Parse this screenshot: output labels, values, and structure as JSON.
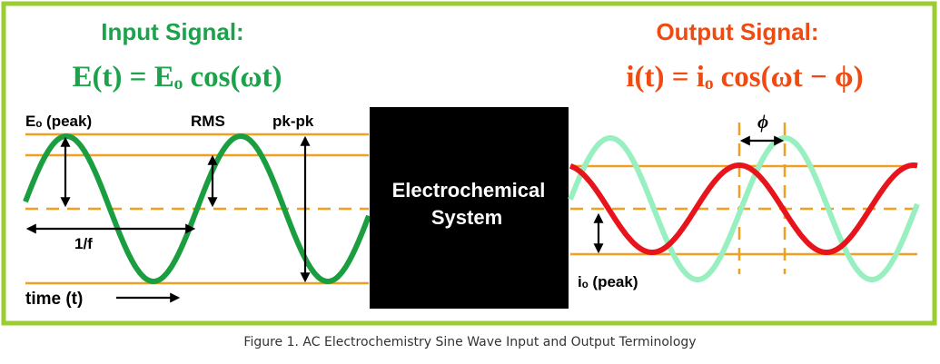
{
  "colors": {
    "border": "#9acd32",
    "green_wave": "#1a9e3f",
    "light_wave": "#98f0c0",
    "red_wave": "#e8141b",
    "guide": "#f0a020",
    "input_title": "#1aa34a",
    "output_title": "#f04a10",
    "box": "#000000"
  },
  "input": {
    "title": "Input Signal:",
    "equation": "E(t) = Eₒ cos(ωt)",
    "labels": {
      "peak": "Eₒ (peak)",
      "rms": "RMS",
      "pkpk": "pk-pk",
      "freq": "1/f",
      "time": "time (t)"
    }
  },
  "box": {
    "line1": "Electrochemical",
    "line2": "System"
  },
  "output": {
    "title": "Output Signal:",
    "equation": "i(t) = iₒ cos(ωt − ϕ)",
    "labels": {
      "phase": "ϕ",
      "peak": "iₒ (peak)"
    }
  },
  "caption": "Figure 1. AC Electrochemistry Sine Wave Input and Output Terminology"
}
